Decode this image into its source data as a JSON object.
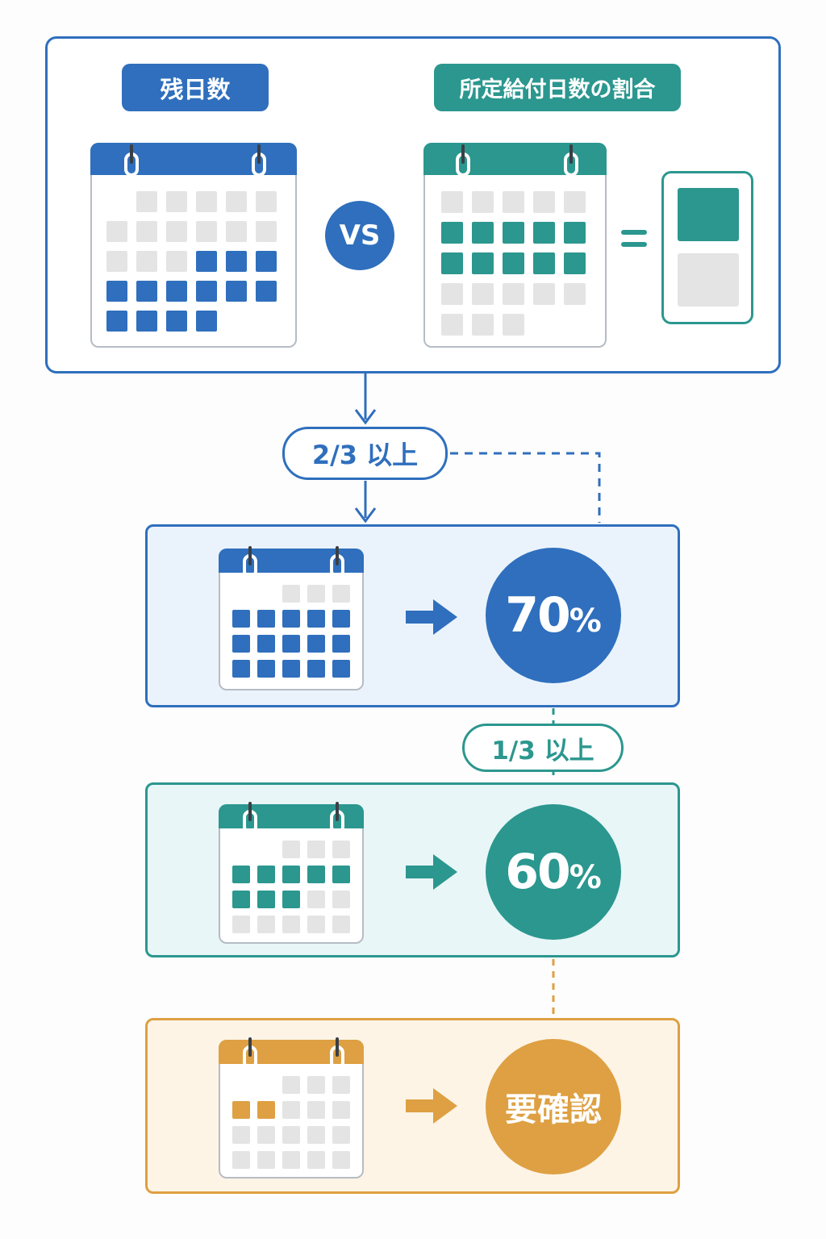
{
  "colors": {
    "blue": "#2f6fbd",
    "teal": "#2b978f",
    "orange": "#dea042",
    "empty_cell": "#e4e4e4",
    "tier1_bg": "#eaf3fc",
    "tier2_bg": "#e8f6f7",
    "tier3_bg": "#fdf4e6"
  },
  "comparison": {
    "left_label": "残日数",
    "right_label": "所定給付日数の割合",
    "vs_label": "VS",
    "remaining_calendar_icon": "calendar-icon",
    "ratio_calendar_icon": "calendar-icon",
    "equals_icon": "equals-icon",
    "result_icon": "ratio-result-icon"
  },
  "conditions": {
    "two_thirds": "2/3 以上",
    "one_third": "1/3 以上"
  },
  "tiers": [
    {
      "rate_number": "70",
      "rate_unit": "%",
      "icon": "arrow-right-icon",
      "color": "blue"
    },
    {
      "rate_number": "60",
      "rate_unit": "%",
      "icon": "arrow-right-icon",
      "color": "teal"
    },
    {
      "result_text": "要確認",
      "icon": "arrow-right-icon",
      "color": "orange"
    }
  ]
}
